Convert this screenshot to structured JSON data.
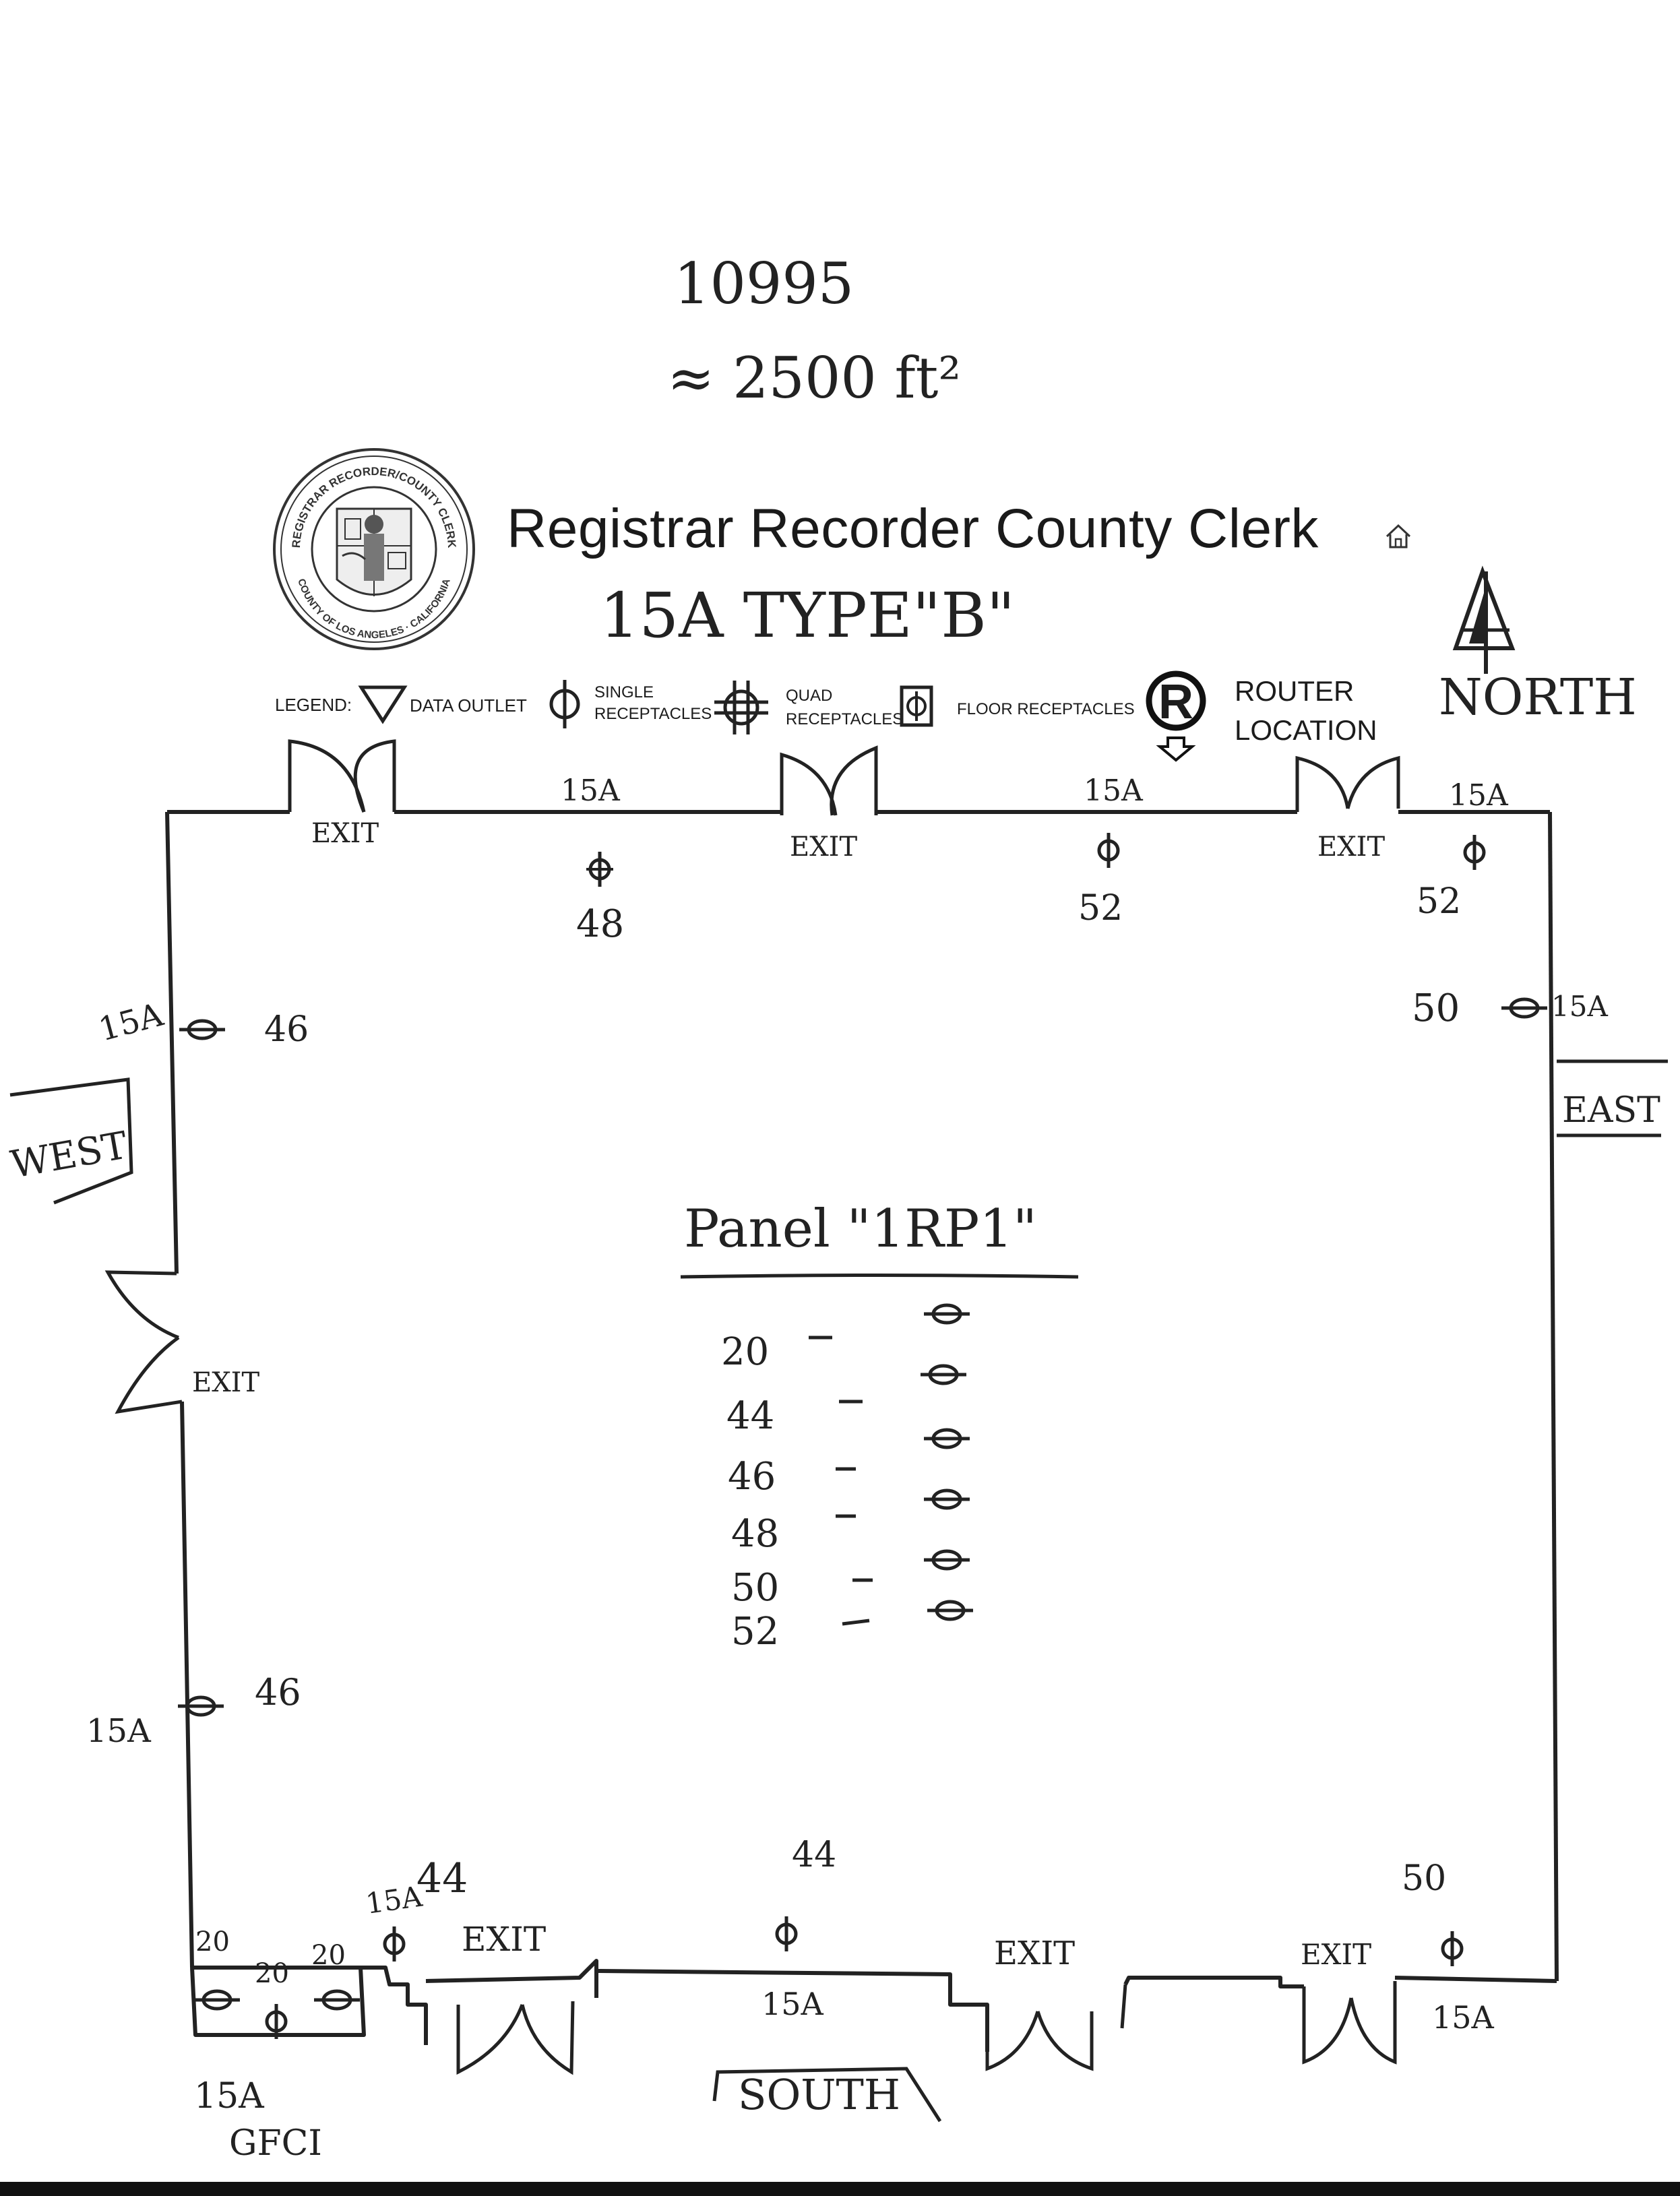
{
  "header_notes": {
    "number": "10995",
    "area": "≈ 2500 ft²"
  },
  "title": "Registrar Recorder County Clerk",
  "subtitle": "15A TYPE\"B\"",
  "seal": {
    "top_text": "REGISTRAR RECORDER/COUNTY CLERK",
    "bottom_text": "COUNTY OF LOS ANGELES · CALIFORNIA"
  },
  "legend": {
    "label": "LEGEND:",
    "data_outlet": "DATA OUTLET",
    "single_receptacles": [
      "SINGLE",
      "RECEPTACLES"
    ],
    "quad_receptacles": [
      "QUAD",
      "RECEPTACLES"
    ],
    "floor_receptacles": "FLOOR RECEPTACLES",
    "router_letter": "R",
    "router_location": [
      "ROUTER",
      "LOCATION"
    ]
  },
  "compass": {
    "north": "NORTH"
  },
  "directions": {
    "west": "WEST",
    "east": "EAST",
    "south": "SOUTH"
  },
  "exits": {
    "north_1": "EXIT",
    "north_2": "EXIT",
    "north_3": "EXIT",
    "west": "EXIT",
    "south_1": "EXIT",
    "south_2": "EXIT",
    "south_3": "EXIT"
  },
  "outlets": {
    "north_1": {
      "amps": "15A",
      "circuit": "48"
    },
    "north_2": {
      "amps": "15A",
      "circuit": "52"
    },
    "north_3": {
      "amps": "15A",
      "circuit": "52"
    },
    "east": {
      "amps": "15A",
      "circuit": "50"
    },
    "west_top": {
      "amps": "15A",
      "circuit": "46"
    },
    "west_bottom": {
      "amps": "15A",
      "circuit": "46"
    },
    "south_left": {
      "amps": "15A",
      "circuit": "44"
    },
    "south_mid": {
      "amps": "15A",
      "circuit": "44"
    },
    "south_right": {
      "amps": "15A",
      "circuit": "50"
    },
    "gfci_box": {
      "top": "20",
      "mid": "20",
      "right": "20",
      "amps": "15A",
      "type": "GFCI"
    }
  },
  "panel": {
    "title": "Panel \"1RP1\"",
    "rows": [
      "20",
      "44",
      "46",
      "48",
      "50",
      "52"
    ]
  },
  "colors": {
    "ink": "#222222",
    "paper": "#ffffff"
  }
}
